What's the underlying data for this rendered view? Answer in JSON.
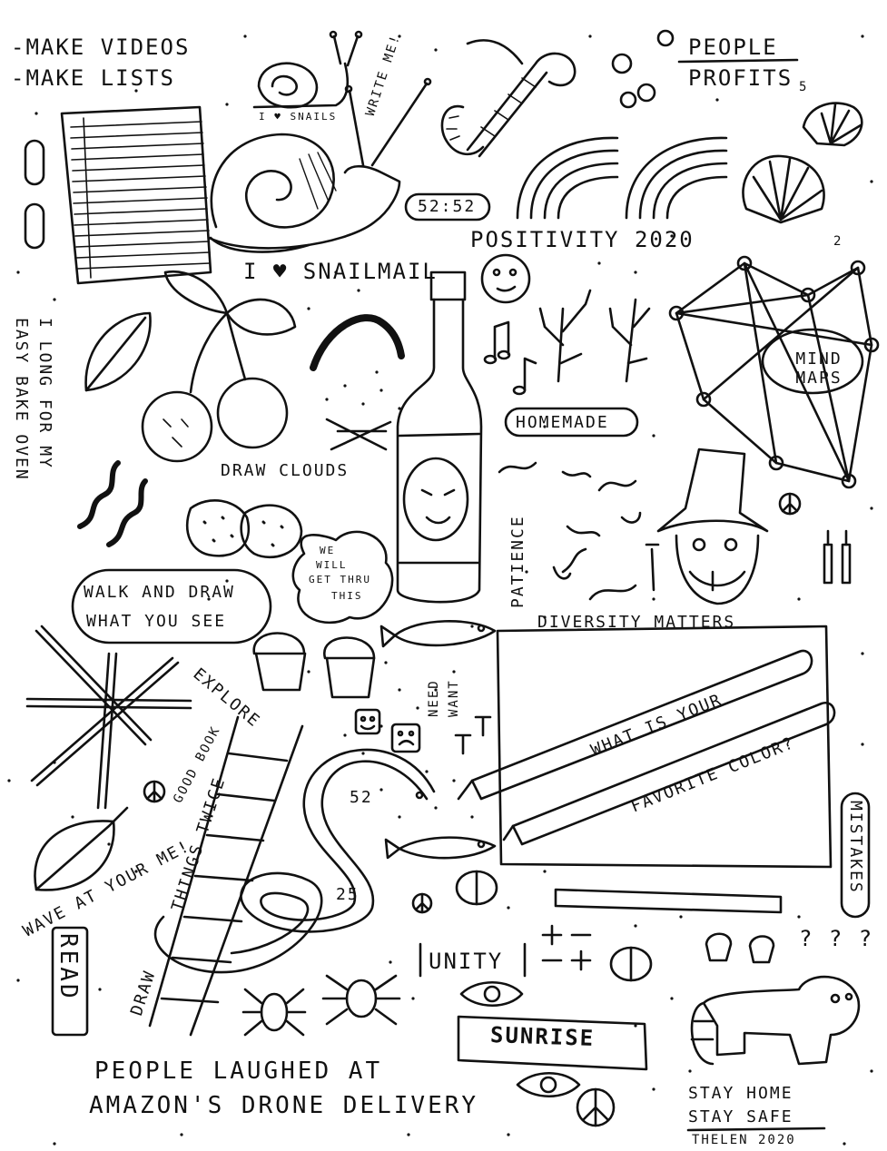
{
  "notes": {
    "make_videos": "-MAKE VIDEOS",
    "make_lists": "-MAKE LISTS",
    "people": "PEOPLE",
    "profits": "PROFITS",
    "i_love_snails": "I ♥ SNAILS",
    "write_me": "WRITE ME!",
    "clock": "52:52",
    "positivity": "POSITIVITY 2020",
    "snailmail": "I ♥ SNAILMAIL",
    "easy_bake_1": "I LONG FOR MY",
    "easy_bake_2": "EASY BAKE OVEN",
    "mind_maps": "MIND MAPS",
    "homemade": "HOMEMADE",
    "draw_clouds": "DRAW CLOUDS",
    "we_will_1": "WE",
    "we_will_2": "WILL",
    "we_will_3": "GET THRU",
    "we_will_4": "THIS",
    "patience": "PATIENCE",
    "diversity": "DIVERSITY MATTERS",
    "walk_and_draw": "WALK AND DRAW",
    "what_you_see": "WHAT YOU SEE",
    "explore": "EXPLORE",
    "need": "NEED",
    "want": "WANT",
    "what_is_your": "WHAT IS YOUR",
    "favorite_color": "FAVORITE COLOR?",
    "good_book": "GOOD BOOK",
    "things_twice": "THINGS TWICE",
    "draw": "DRAW",
    "num_52": "52",
    "num_25": "25",
    "mistakes": "MISTAKES",
    "wave": "WAVE AT YOUR ME!",
    "read": "READ",
    "unity": "UNITY",
    "sunrise": "SUNRISE",
    "question_marks": "? ? ? ?",
    "people_laughed": "PEOPLE LAUGHED AT",
    "amazon": "AMAZON'S DRONE DELIVERY",
    "stay_home": "STAY HOME",
    "stay_safe": "STAY SAFE",
    "signature": "THELEN 2020",
    "page_2": "2",
    "page_5": "5"
  },
  "colors": {
    "ink": "#111111",
    "paper": "#ffffff"
  }
}
